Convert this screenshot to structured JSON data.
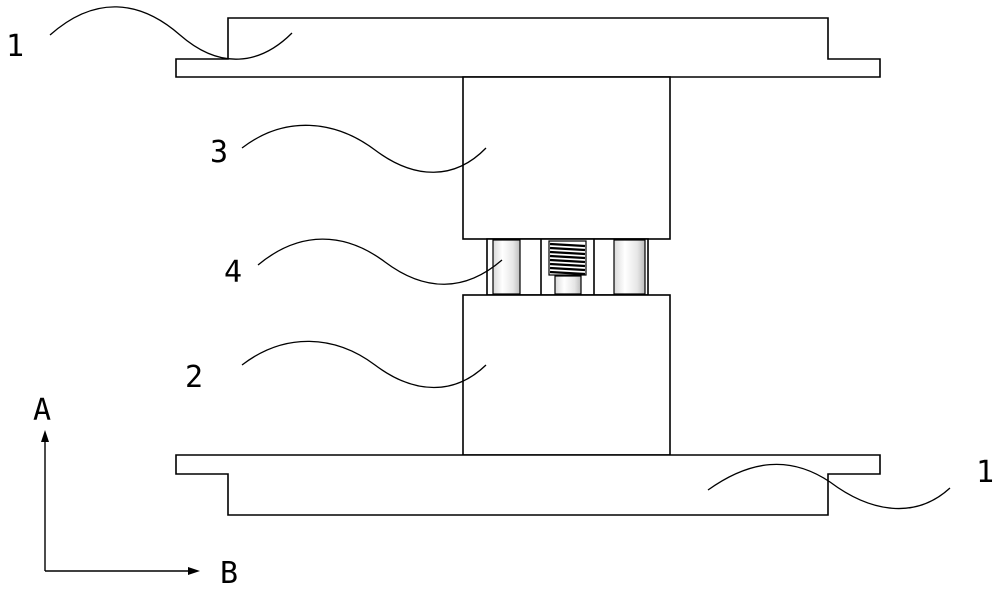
{
  "labels": {
    "top_plate": "1",
    "bottom_plate": "1",
    "upper_block": "3",
    "spacer": "4",
    "lower_block": "2"
  },
  "axes": {
    "vertical": "A",
    "horizontal": "B"
  }
}
